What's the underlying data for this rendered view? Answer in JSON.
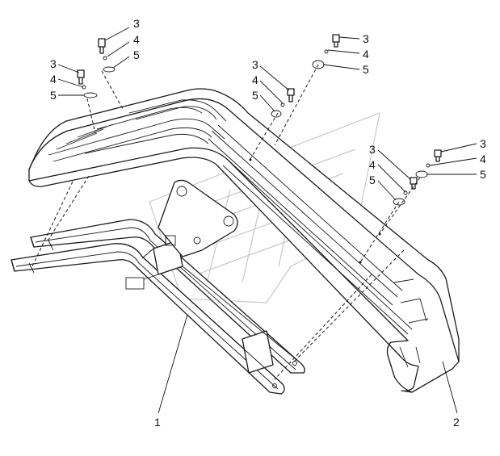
{
  "diagram": {
    "labels": {
      "part_1": "1",
      "part_2": "2",
      "bolt_a": "3",
      "washer_a": "4",
      "flat_washer_a": "5",
      "bolt_b": "3",
      "washer_b": "4",
      "flat_washer_b": "5",
      "bolt_c": "3",
      "washer_c": "4",
      "flat_washer_c": "5",
      "bolt_d": "3",
      "washer_d": "4",
      "flat_washer_d": "5",
      "bolt_e": "3",
      "washer_e": "4",
      "flat_washer_e": "5",
      "bolt_f": "3",
      "washer_f": "4",
      "flat_washer_f": "5"
    }
  }
}
